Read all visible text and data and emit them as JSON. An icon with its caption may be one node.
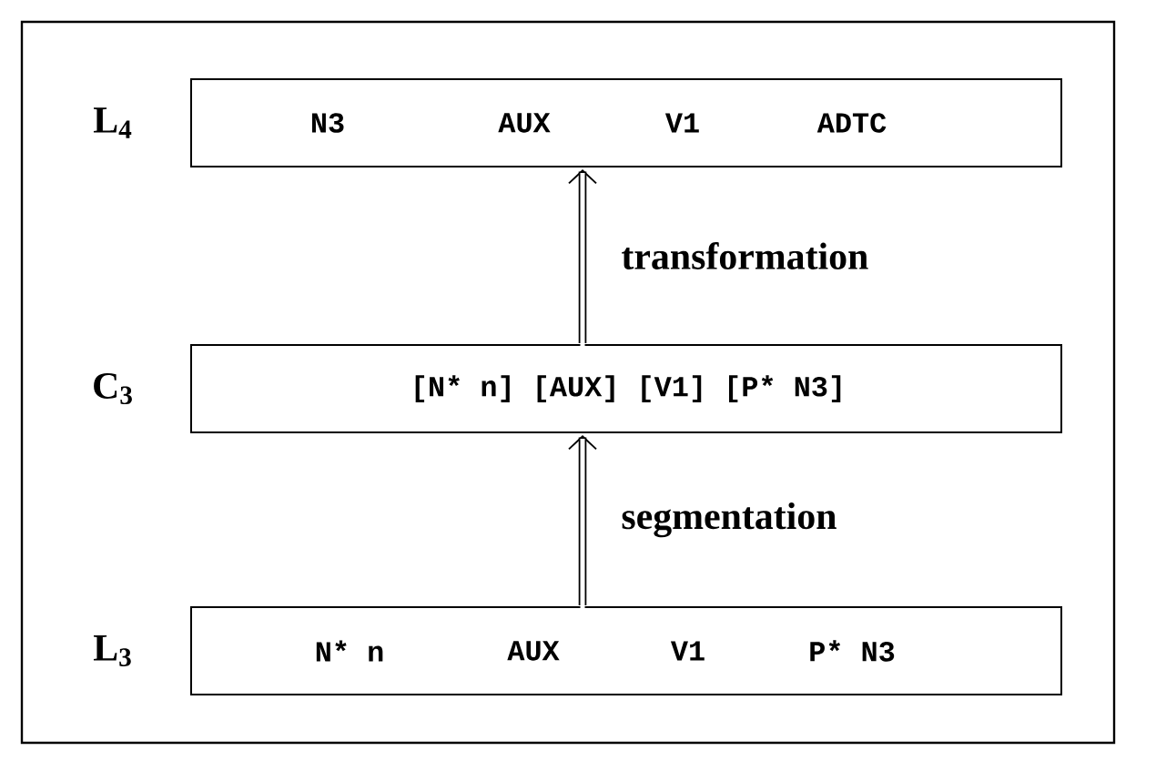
{
  "diagram": {
    "nodes": [
      {
        "text": [
          "N3",
          "AUX",
          "V1",
          "ADTC"
        ],
        "beside": [
          "L$_{4}$"
        ]
      },
      {
        "text": [
          "[N* n] [AUX] [V1] [P* N3]"
        ],
        "beside": [
          "C$_{3}$"
        ]
      },
      {
        "text": [
          "N* n",
          "AUX",
          "V1",
          "P* N3"
        ],
        "beside": [
          "L$_{3}$"
        ]
      }
    ],
    "edges": [
      {
        "from": 1,
        "to": 0,
        "arrow": "to",
        "label": "transformation"
      },
      {
        "from": 2,
        "to": 1,
        "arrow": "to",
        "label": "segmentation"
      }
    ]
  }
}
